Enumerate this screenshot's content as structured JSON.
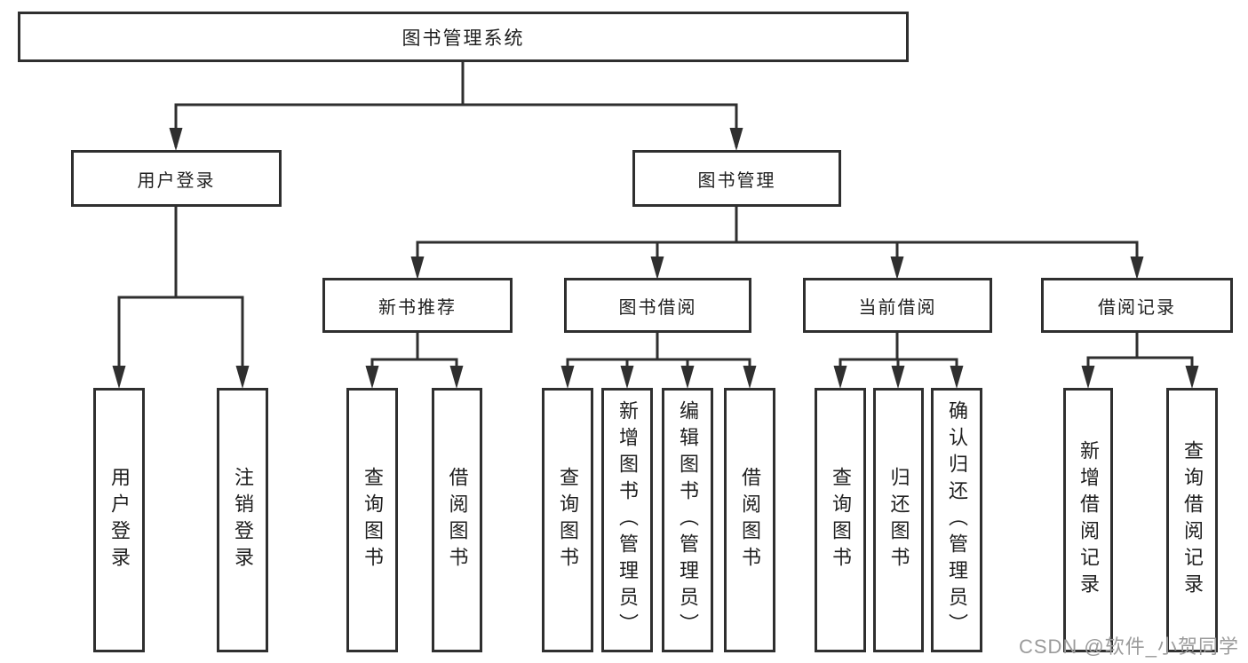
{
  "diagram": {
    "root": {
      "label": "图书管理系统"
    },
    "level2": [
      {
        "label": "用户登录"
      },
      {
        "label": "图书管理"
      }
    ],
    "level3": [
      {
        "label": "新书推荐"
      },
      {
        "label": "图书借阅"
      },
      {
        "label": "当前借阅"
      },
      {
        "label": "借阅记录"
      }
    ],
    "leaves": [
      {
        "label": "用户登录"
      },
      {
        "label": "注销登录"
      },
      {
        "label": "查询图书"
      },
      {
        "label": "借阅图书"
      },
      {
        "label": "查询图书"
      },
      {
        "label": "新增图书（管理员）"
      },
      {
        "label": "编辑图书（管理员）"
      },
      {
        "label": "借阅图书"
      },
      {
        "label": "查询图书"
      },
      {
        "label": "归还图书"
      },
      {
        "label": "确认归还（管理员）"
      },
      {
        "label": "新增借阅记录"
      },
      {
        "label": "查询借阅记录"
      }
    ]
  },
  "watermark": {
    "text": "CSDN @软件_小贺同学"
  },
  "colors": {
    "line": "#2f2f2f",
    "text": "#1f1f1f",
    "watermark": "#9b9b9b",
    "background": "#ffffff"
  }
}
